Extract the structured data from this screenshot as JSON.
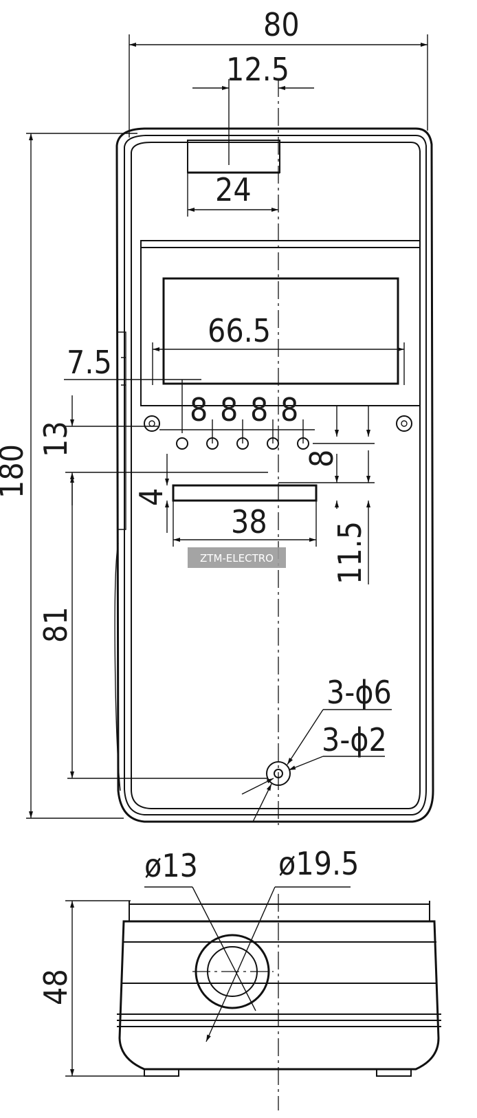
{
  "dimensions": {
    "overall_width": "80",
    "offset_top": "12.5",
    "slot_width": "24",
    "window_width": "66.5",
    "left_offset": "7.5",
    "led_pitch": [
      "8",
      "8",
      "8",
      "8"
    ],
    "led_pitch_right": "8",
    "vertical_13": "13",
    "vertical_4": "4",
    "overall_height": "180",
    "bar_width": "38",
    "vertical_11_5": "11.5",
    "vertical_81": "81",
    "holes_large": "3-ϕ6",
    "holes_small": "3-ϕ2",
    "gland_inner": "ø13",
    "gland_outer": "ø19.5",
    "depth": "48"
  },
  "watermark": "ZTM-ELECTRO"
}
